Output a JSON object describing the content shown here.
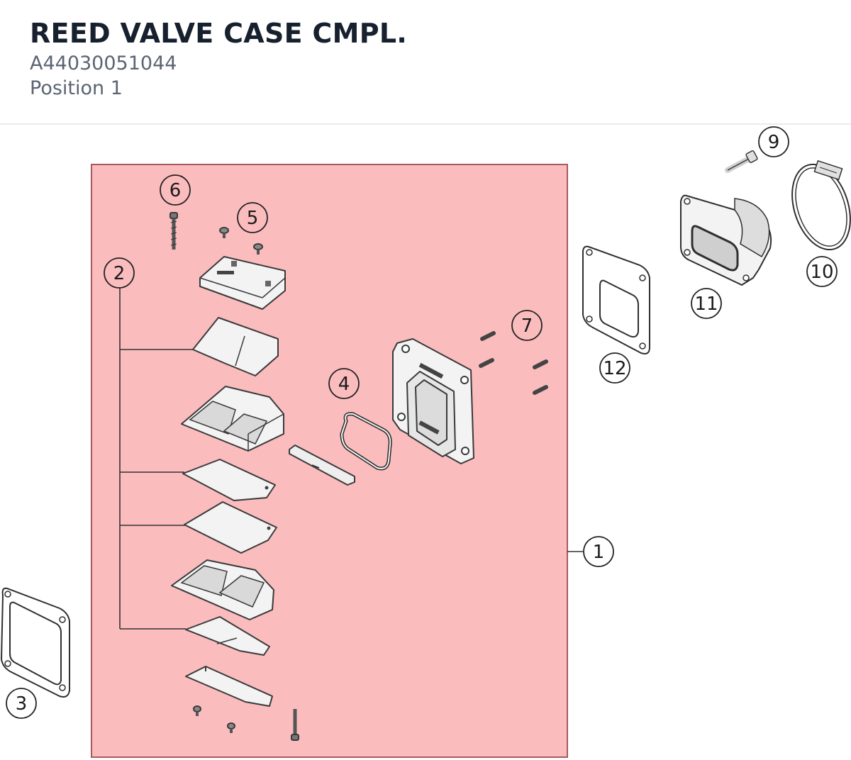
{
  "header": {
    "title": "REED VALVE CASE CMPL.",
    "part_number": "A44030051044",
    "position": "Position 1"
  },
  "colors": {
    "highlight_fill": "#fbbcbe",
    "highlight_border": "#a65a5e",
    "title_color": "#17202e",
    "subtitle_color": "#5b6472"
  },
  "callouts": {
    "c1": "1",
    "c2": "2",
    "c3": "3",
    "c4": "4",
    "c5": "5",
    "c6": "6",
    "c7": "7",
    "c9": "9",
    "c10": "10",
    "c11": "11",
    "c12": "12"
  }
}
